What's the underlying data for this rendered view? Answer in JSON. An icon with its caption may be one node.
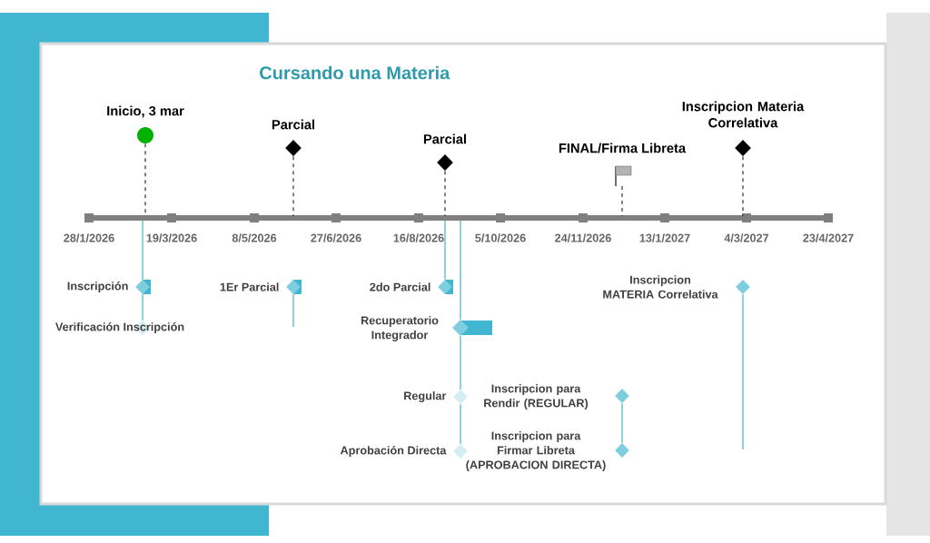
{
  "diagram": {
    "title": "Cursando una Materia",
    "nodes": [
      {
        "text": [
          "Inicio, 3 mar"
        ]
      },
      {
        "text": [
          "Parcial"
        ]
      },
      {
        "text": [
          "Parcial"
        ]
      },
      {
        "text": [
          "FINAL/Firma Libreta"
        ]
      },
      {
        "text": [
          "Inscripcion Materia Correlativa"
        ]
      },
      {
        "text": [
          "Inscripción"
        ]
      },
      {
        "text": [
          "Verificación Inscripción"
        ]
      },
      {
        "text": [
          "1Er Parcial"
        ]
      },
      {
        "text": [
          "2do Parcial"
        ]
      },
      {
        "text": [
          "Recuperatorio Integrador"
        ]
      },
      {
        "text": [
          "Regular"
        ]
      },
      {
        "text": [
          "Aprobación Directa"
        ]
      },
      {
        "text": [
          "Inscripcion para Rendir (REGULAR)"
        ]
      },
      {
        "text": [
          "Inscripcion para Firmar Libreta (APROBACION DIRECTA)"
        ]
      },
      {
        "text": [
          "Inscripcion MATERIA Correlativa"
        ]
      }
    ],
    "edges": [
      {
        "from": 0,
        "to": null,
        "arrow": "none",
        "style": "dashed",
        "color": "#333333"
      },
      {
        "from": 1,
        "to": null,
        "arrow": "none",
        "style": "dashed",
        "color": "#333333"
      },
      {
        "from": 2,
        "to": null,
        "arrow": "none",
        "style": "dashed",
        "color": "#333333"
      },
      {
        "from": 3,
        "to": null,
        "arrow": "none",
        "style": "dashed",
        "color": "#333333"
      },
      {
        "from": 4,
        "to": null,
        "arrow": "none",
        "style": "dashed",
        "color": "#333333"
      },
      {
        "from": null,
        "to": 5,
        "arrow": "none"
      },
      {
        "from": 5,
        "to": 6,
        "arrow": "none"
      },
      {
        "from": 7,
        "to": null,
        "arrow": "none"
      },
      {
        "from": null,
        "to": 8,
        "arrow": "none"
      },
      {
        "from": null,
        "to": 9,
        "arrow": "none"
      },
      {
        "from": 9,
        "to": 10,
        "arrow": "none"
      },
      {
        "from": 10,
        "to": 11,
        "arrow": "none"
      },
      {
        "from": 12,
        "to": 13,
        "arrow": "none"
      },
      {
        "from": 14,
        "to": null,
        "arrow": "none"
      }
    ],
    "labels": [
      "28/1/2026",
      "19/3/2026",
      "8/5/2026",
      "27/6/2026",
      "16/8/2026",
      "5/10/2026",
      "24/11/2026",
      "13/1/2027",
      "4/3/2027",
      "23/4/2027"
    ]
  }
}
